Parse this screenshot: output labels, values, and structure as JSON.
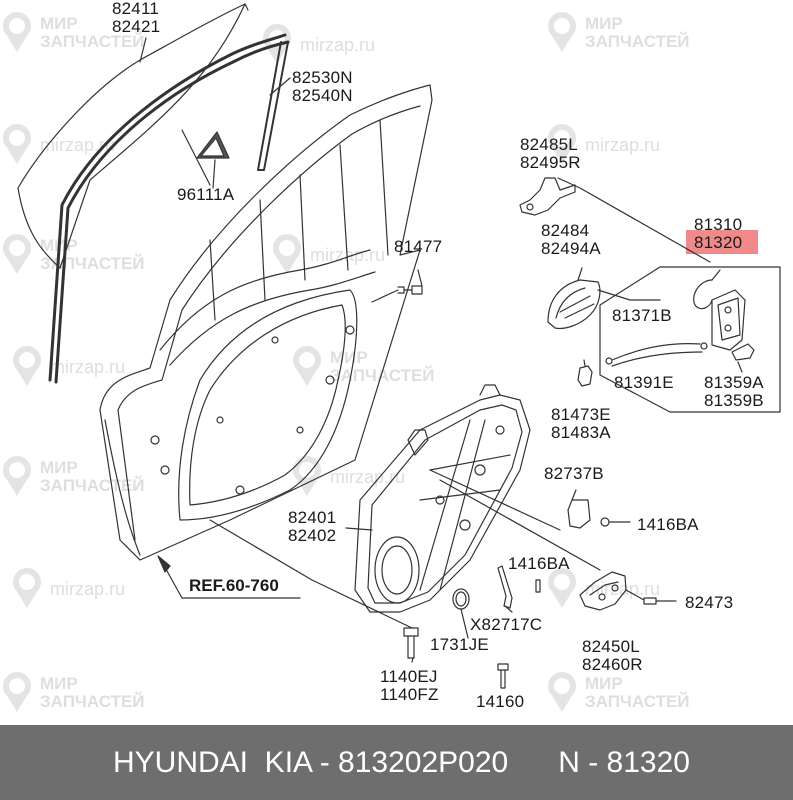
{
  "diagram": {
    "labels": [
      {
        "id": "82411",
        "text": "82411\n82421"
      },
      {
        "id": "82530N",
        "text": "82530N\n82540N"
      },
      {
        "id": "96111A",
        "text": "96111A"
      },
      {
        "id": "81477",
        "text": "81477"
      },
      {
        "id": "82485L",
        "text": "82485L\n82495R"
      },
      {
        "id": "82484",
        "text": "82484\n82494A"
      },
      {
        "id": "81310",
        "text": "81310"
      },
      {
        "id": "81320",
        "text": "81320"
      },
      {
        "id": "81371B",
        "text": "81371B"
      },
      {
        "id": "81391E",
        "text": "81391E"
      },
      {
        "id": "81359A",
        "text": "81359A\n81359B"
      },
      {
        "id": "81473E",
        "text": "81473E\n81483A"
      },
      {
        "id": "82737B",
        "text": "82737B"
      },
      {
        "id": "1416BA_1",
        "text": "1416BA"
      },
      {
        "id": "82401",
        "text": "82401\n82402"
      },
      {
        "id": "1416BA_2",
        "text": "1416BA"
      },
      {
        "id": "X82717C",
        "text": "X82717C"
      },
      {
        "id": "82473",
        "text": "82473"
      },
      {
        "id": "1731JE",
        "text": "1731JE"
      },
      {
        "id": "82450L",
        "text": "82450L\n82460R"
      },
      {
        "id": "1140EJ",
        "text": "1140EJ\n1140FZ"
      },
      {
        "id": "14160",
        "text": "14160"
      }
    ],
    "ref_label": "REF.60-760",
    "highlight_part": "81320",
    "highlight_color": "#f08a8a"
  },
  "watermark": {
    "line1": "МИР",
    "line2": "ЗАПЧАСТЕЙ",
    "url": "mirzap.ru",
    "color": "#dedede"
  },
  "footer": {
    "text": "HYUNDAI  KIA - 813202P020      N - 81320",
    "background": "#6e6e6e"
  }
}
